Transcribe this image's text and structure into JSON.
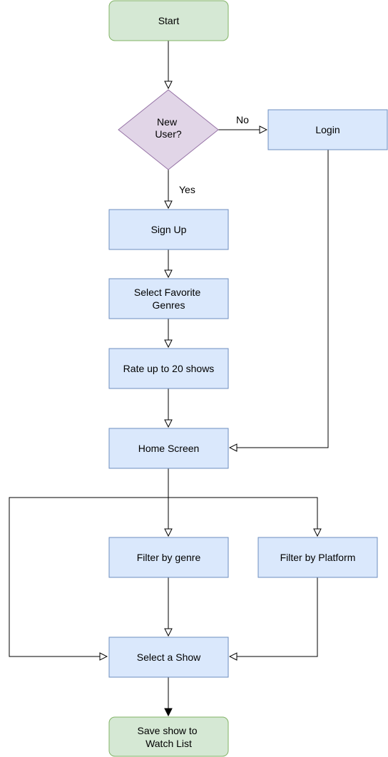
{
  "colors": {
    "terminal_fill": "#d5e8d4",
    "terminal_stroke": "#82b366",
    "process_fill": "#dae8fc",
    "process_stroke": "#6c8ebf",
    "decision_fill": "#e1d5e7",
    "decision_stroke": "#9673a6",
    "edge": "#000000"
  },
  "nodes": {
    "start": {
      "label": "Start"
    },
    "new_user": {
      "label_line1": "New",
      "label_line2": "User?"
    },
    "login": {
      "label": "Login"
    },
    "sign_up": {
      "label": "Sign Up"
    },
    "select_genres": {
      "label_line1": "Select Favorite",
      "label_line2": "Genres"
    },
    "rate_shows": {
      "label": "Rate up to 20 shows"
    },
    "home_screen": {
      "label": "Home Screen"
    },
    "filter_genre": {
      "label": "Filter by genre"
    },
    "filter_platform": {
      "label": "Filter by Platform"
    },
    "select_show": {
      "label": "Select a Show"
    },
    "save_show": {
      "label_line1": "Save show to",
      "label_line2": "Watch List"
    }
  },
  "edge_labels": {
    "no": "No",
    "yes": "Yes"
  }
}
